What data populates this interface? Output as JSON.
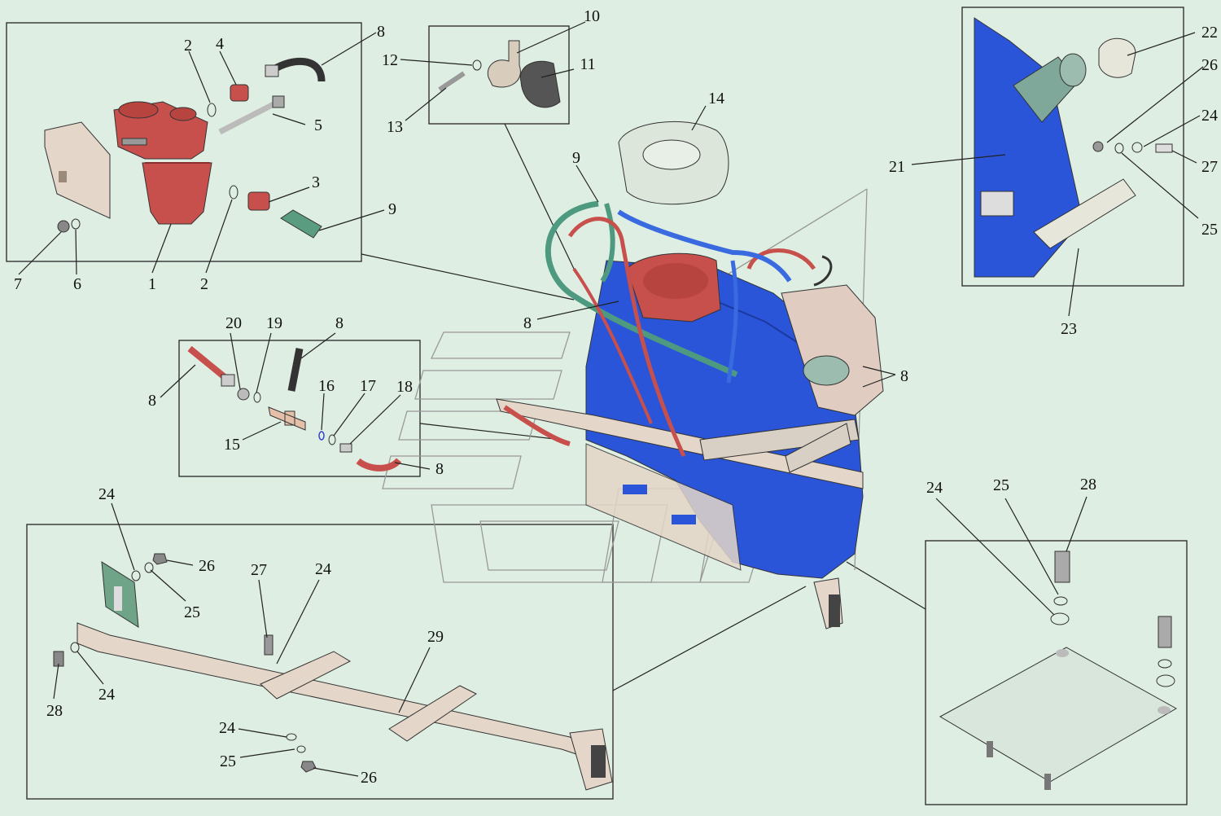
{
  "colors": {
    "background": "#dfeee2",
    "tank_blue": "#2b55d8",
    "filter_red": "#c8504c",
    "hose_green": "#4e9a80",
    "hose_red": "#c8504c",
    "bracket_beige": "#e4d6c8",
    "plate_grey": "#d8e6dc"
  },
  "callouts": {
    "c1": "1",
    "c2a": "2",
    "c2b": "2",
    "c3": "3",
    "c4": "4",
    "c5": "5",
    "c6": "6",
    "c7": "7",
    "c8_tl": "8",
    "c9_tl": "9",
    "c10": "10",
    "c11": "11",
    "c12": "12",
    "c13": "13",
    "c14": "14",
    "c9_top": "9",
    "c8_mid": "8",
    "c8_right": "8",
    "c22": "22",
    "c26_r": "26",
    "c24_r": "24",
    "c21": "21",
    "c27_r": "27",
    "c25_r": "25",
    "c23": "23",
    "c20": "20",
    "c19": "19",
    "c8_m1": "8",
    "c8_m2": "8",
    "c16": "16",
    "c17": "17",
    "c18": "18",
    "c15": "15",
    "c8_m3": "8",
    "c24_bl1": "24",
    "c26_bl1": "26",
    "c25_bl1": "25",
    "c27_bl": "27",
    "c24_bl2": "24",
    "c29": "29",
    "c28_bl": "28",
    "c24_bl3": "24",
    "c24_bl4": "24",
    "c25_bl2": "25",
    "c26_bl2": "26",
    "c24_br": "24",
    "c25_br": "25",
    "c28_br": "28"
  }
}
